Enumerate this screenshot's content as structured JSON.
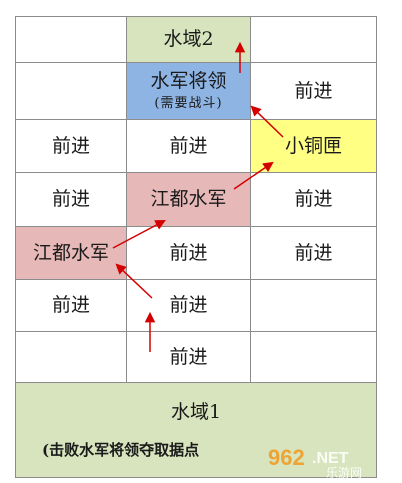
{
  "colors": {
    "green": "#d7e4bd",
    "blue": "#8eb4e3",
    "yellow": "#ffff84",
    "pink": "#e6b9b8",
    "arrow": "#d40000",
    "border": "#8c8c8c"
  },
  "cells": {
    "r0c1": "水域2",
    "r1c1_title": "水军将领",
    "r1c1_sub": "(需要战斗)",
    "r1c2": "前进",
    "r2c0": "前进",
    "r2c1": "前进",
    "r2c2": "小铜匣",
    "r3c0": "前进",
    "r3c1": "江都水军",
    "r3c2": "前进",
    "r4c0": "江都水军",
    "r4c1": "前进",
    "r4c2": "前进",
    "r5c0": "前进",
    "r5c1": "前进",
    "r6c1": "前进"
  },
  "footer": {
    "title": "水域1",
    "note": "(击败水军将领夺取据点"
  },
  "watermark": {
    "brand": "962.NET",
    "site": "乐游网"
  }
}
